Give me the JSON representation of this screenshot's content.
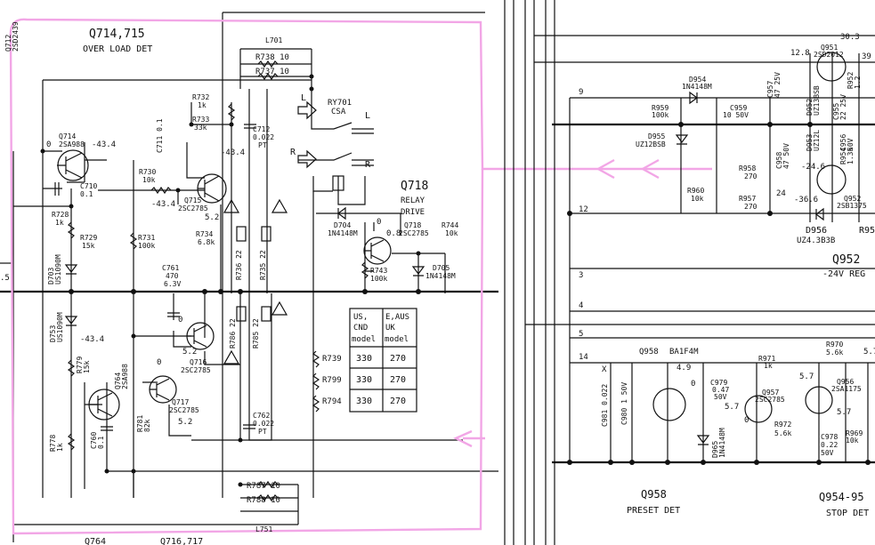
{
  "labels": {
    "q714_title": "Q714,715",
    "q714_sub": "OVER LOAD DET",
    "q712": "Q712",
    "q712_part": "2SD2439",
    "l701": "L701",
    "r738": "R738 10",
    "r737": "R737 10",
    "r732": "R732",
    "r732_v": "1k",
    "r733": "R733",
    "r733_v": "33k",
    "c712": "C712",
    "c712_v": "0.022",
    "c712_t": "PT",
    "c711": "C711 0.1",
    "ry701": "RY701",
    "ry701_t": "CSA",
    "ry_l_out": "L",
    "ry_r_out": "R",
    "ry_l_in": "L",
    "ry_r_in": "R",
    "q714": "Q714",
    "q714_part": "2SA988",
    "v_m434a": "-43.4",
    "v_0a": "0",
    "v_m434b": "-43.4",
    "r730": "R730",
    "r730_v": "10k",
    "c710": "C710",
    "c710_v": "0.1",
    "q715": "Q715",
    "q715_part": "2SC2785",
    "v_m434c": "-43.4",
    "v_52a": "5.2",
    "r728": "R728",
    "r728_v": "1k",
    "r729": "R729",
    "r729_v": "15k",
    "d703": "D703",
    "d703_part": "US1090M",
    "r731": "R731",
    "r731_v": "100k",
    "r734": "R734",
    "r734_v": "6.8k",
    "r736": "R736 22",
    "r735": "R735 22",
    "c761": "C761",
    "c761_v": "470",
    "c761_v2": "6.3V",
    "q718_title": "Q718",
    "q718_sub1": "RELAY",
    "q718_sub2": "DRIVE",
    "d704": "D704",
    "d704_part": "1N4148M",
    "q718": "Q718",
    "q718_part": "2SC2785",
    "v_0b": "0",
    "v_08": "0.8",
    "r744": "R744",
    "r744_v": "10k",
    "r743": "R743",
    "r743_v": "100k",
    "d705": "D705",
    "d705_part": "1N4148M",
    "d753": "D753",
    "d753_part": "US1090M",
    "v_m434d": "-43.4",
    "v_0c": "0",
    "v_52b": "5.2",
    "q716": "Q716",
    "q716_part": "2SC2785",
    "v_0d": "0",
    "q717": "Q717",
    "q717_part": "2SC2785",
    "v_52c": "5.2",
    "r786": "R786 22",
    "r785": "R785 22",
    "r779": "R779",
    "r779_v": "15k",
    "q764": "Q764",
    "q764_part": "2SA988",
    "r778": "R778",
    "r778_v": "1k",
    "c760": "C760",
    "c760_v": "0.1",
    "r781": "R781",
    "r781_v": "82k",
    "c762": "C762",
    "c762_v": "0.022",
    "c762_t": "PT",
    "r787": "R787 10",
    "r788": "R788 10",
    "l751": "L751",
    "bot_q764": "Q764",
    "bot_q716": "Q716,717",
    "left_15": ".5",
    "r739": "R739",
    "r799": "R799",
    "r794": "R794",
    "q954": "Q954-95",
    "q954_sub": "STOP DET",
    "q958_title": "Q958",
    "q958_sub": "PRESET DET",
    "q952_title": "Q952",
    "q952_sub": "-24V REG",
    "q951": "Q951",
    "q951_part": "2SD2012",
    "v_128": "12.8",
    "v_303": "30.3",
    "v_39": "39",
    "d954": "D954",
    "d954_part": "1N4148M",
    "n9": "9",
    "n12": "12",
    "n3": "3",
    "n4": "4",
    "n5": "5",
    "n14": "14",
    "r959": "R959",
    "r959_v": "100k",
    "d955": "D955",
    "d955_part": "UZ12BSB",
    "c959": "C959",
    "c959_v": "10 50V",
    "c957": "C957",
    "c957_v": "47 25V",
    "d952": "D952",
    "d952_part": "UZ13BSB",
    "c955": "C955",
    "c955_v": "22 25V",
    "r952": "R952",
    "r952_v": "1.2",
    "d953": "D953",
    "d953_part": "UZ12L",
    "c956": "C956",
    "c956_v": "50V",
    "c958": "C958",
    "c958_v": "47 50V",
    "r958": "R958",
    "r958_v": "270",
    "r957": "R957",
    "r957_v": "270",
    "r960": "R960",
    "r960_v": "10k",
    "v_m246": "-24.6",
    "v_m366": "-36.6",
    "v_24": "24",
    "q952": "Q952",
    "q952_part": "2SB1375",
    "r954": "R954",
    "r954_v": "1.3k",
    "d956": "D956",
    "d956_part": "UZ4.3B3B",
    "r95x": "R95",
    "q958": "Q958",
    "q958_part": "BA1F4M",
    "v_49": "4.9",
    "v_0e": "0",
    "c981": "C981 0.022",
    "c981_x": "X",
    "c980": "C980 1 50V",
    "c979": "C979",
    "c979_v": "0.47",
    "c979_v2": "50V",
    "d965": "D965",
    "d965_part": "1N4148M",
    "r971": "R971",
    "r971_v": "1k",
    "q957": "Q957",
    "q957_part": "2SC2785",
    "v_57a": "5.7",
    "v_0f": "0",
    "r972": "R972",
    "r972_v": "5.6k",
    "r970": "R970",
    "r970_v": "5.6k",
    "v_57b": "5.7",
    "v_57c": "5.7",
    "q956": "Q956",
    "q956_part": "2SA1175",
    "v_57d": "5.7",
    "c978": "C978",
    "c978_v": "0.22",
    "c978_v2": "50V",
    "r969": "R969",
    "r969_v": "10k"
  },
  "model_table": {
    "headers": [
      [
        "US,",
        "CND",
        "model"
      ],
      [
        "E,AUS",
        "UK",
        "model"
      ]
    ],
    "rows": [
      {
        "part": "R739",
        "us": "330",
        "eu": "270"
      },
      {
        "part": "R799",
        "us": "330",
        "eu": "270"
      },
      {
        "part": "R794",
        "us": "330",
        "eu": "270"
      }
    ]
  },
  "colors": {
    "ink": "#111111",
    "highlight_box": "#f2a6e6"
  }
}
